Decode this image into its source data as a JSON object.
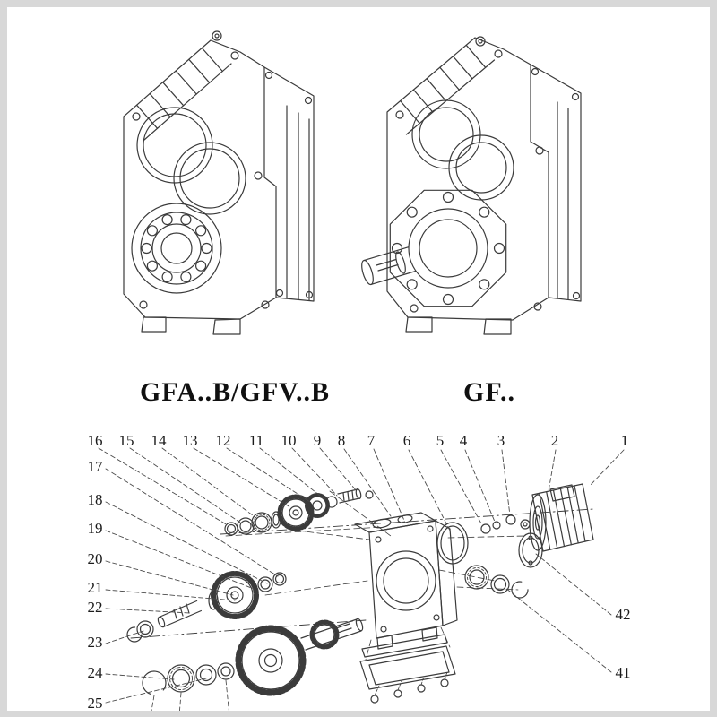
{
  "page": {
    "background": "#ffffff",
    "edge_color": "#d8d8d8",
    "line_color": "#3b3b3b",
    "text_color": "#1b1b1b"
  },
  "models": [
    {
      "label": "GFA..B/GFV..B"
    },
    {
      "label": "GF.."
    }
  ],
  "exploded_view": {
    "callouts_top": [
      "16",
      "15",
      "14",
      "13",
      "12",
      "11",
      "10",
      "9",
      "8",
      "7",
      "6",
      "5",
      "4",
      "3",
      "2",
      "1"
    ],
    "callouts_left": [
      "17",
      "18",
      "19",
      "20",
      "21",
      "22",
      "23",
      "24",
      "25"
    ],
    "callouts_right": [
      "42",
      "41"
    ]
  }
}
